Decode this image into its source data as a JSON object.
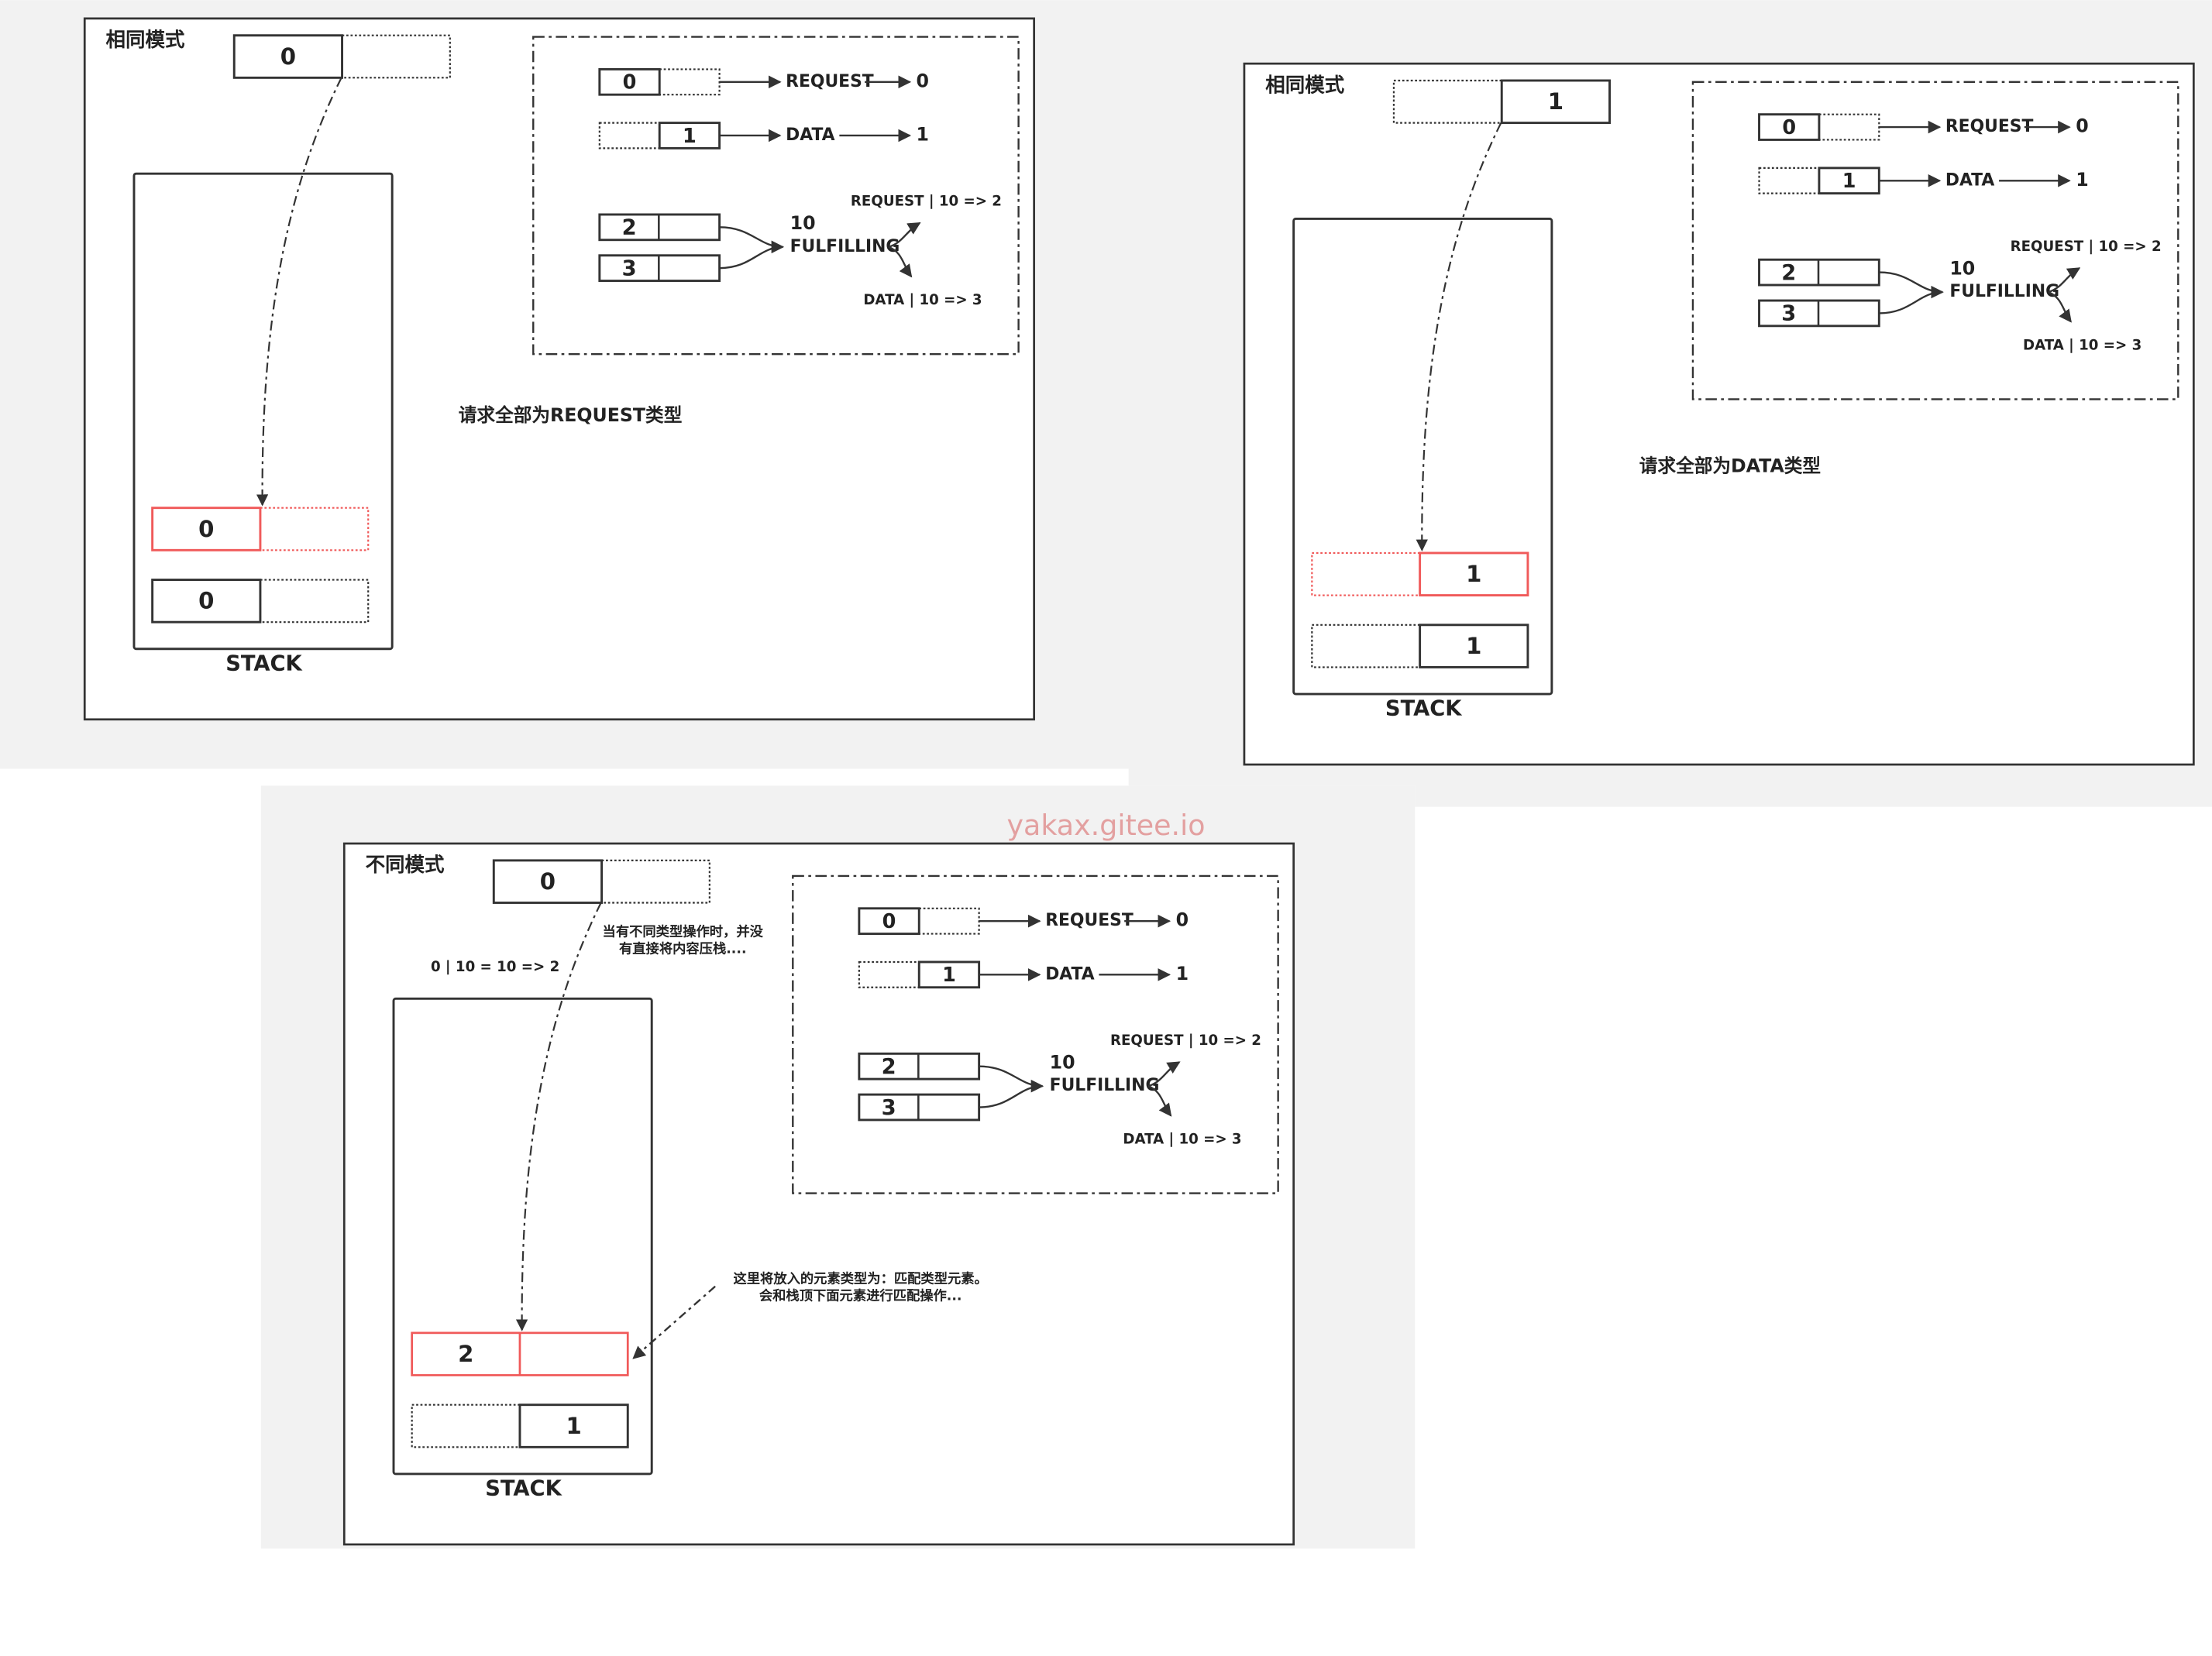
{
  "watermark": "yakax.gitee.io",
  "colors": {
    "accent_blue": "#2a2af0",
    "highlight_red": "#f05a5a",
    "line": "#333333",
    "panel_bg": "#f2f2f2",
    "watermark": "#e3a0a0"
  },
  "legend": {
    "row0": {
      "value": "0",
      "type": "REQUEST",
      "result": "0"
    },
    "row1": {
      "value": "1",
      "type": "DATA",
      "result": "1"
    },
    "row2": {
      "value": "2"
    },
    "row3": {
      "value": "3"
    },
    "fulfill_count": "10",
    "fulfill_label": "FULFILLING",
    "fulfill_request": "REQUEST | 10 => 2",
    "fulfill_data": "DATA | 10 => 3"
  },
  "panels": [
    {
      "title": "相同模式",
      "top_node": {
        "value": "0",
        "side": "left"
      },
      "stack_label": "STACK",
      "stack_top": {
        "value": "0",
        "side": "left",
        "style": "red-dotted-pair"
      },
      "stack_bottom": {
        "value": "0",
        "side": "left"
      },
      "caption": "请求全部为REQUEST类型"
    },
    {
      "title": "相同模式",
      "top_node": {
        "value": "1",
        "side": "right"
      },
      "stack_label": "STACK",
      "stack_top": {
        "value": "1",
        "side": "right",
        "style": "red-dotted-pair"
      },
      "stack_bottom": {
        "value": "1",
        "side": "right"
      },
      "caption": "请求全部为DATA类型"
    },
    {
      "title": "不同模式",
      "top_node": {
        "value": "0",
        "side": "left"
      },
      "stack_label": "STACK",
      "stack_top": {
        "value": "2",
        "side": "left",
        "style": "red-solid-pair"
      },
      "stack_bottom": {
        "value": "1",
        "side": "right"
      },
      "note_push": "0 | 10 = 10 => 2",
      "note_no_push": [
        "当有不同类型操作时，并没",
        "有直接将内容压栈...."
      ],
      "note_match": [
        "这里将放入的元素类型为：匹配类型元素。",
        "会和栈顶下面元素进行匹配操作..."
      ]
    }
  ]
}
